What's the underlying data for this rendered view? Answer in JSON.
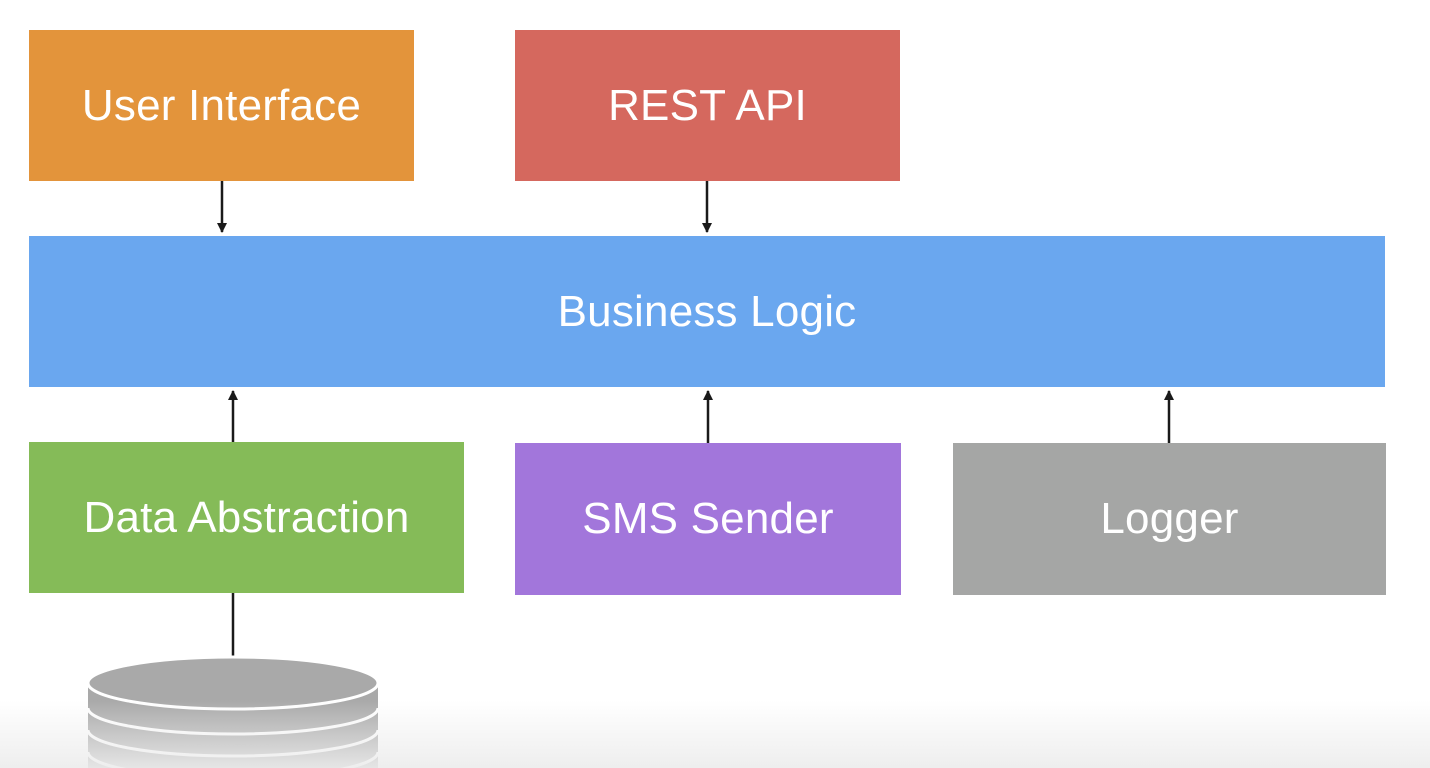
{
  "diagram": {
    "components": {
      "user_interface": "User Interface",
      "rest_api": "REST API",
      "business_logic": "Business Logic",
      "data_abstraction": "Data Abstraction",
      "sms_sender": "SMS Sender",
      "logger": "Logger"
    },
    "colors": {
      "user_interface": "#E3943B",
      "rest_api": "#D5685E",
      "business_logic": "#6AA7EF",
      "data_abstraction": "#85BB58",
      "sms_sender": "#A276DB",
      "logger": "#A5A6A5",
      "database": "#A9A9A9",
      "arrow": "#1a1a1a"
    },
    "arrows": [
      {
        "from": "user_interface",
        "to": "business_logic"
      },
      {
        "from": "rest_api",
        "to": "business_logic"
      },
      {
        "from": "data_abstraction",
        "to": "business_logic"
      },
      {
        "from": "sms_sender",
        "to": "business_logic"
      },
      {
        "from": "logger",
        "to": "business_logic"
      },
      {
        "from": "data_abstraction",
        "to": "database"
      }
    ]
  }
}
